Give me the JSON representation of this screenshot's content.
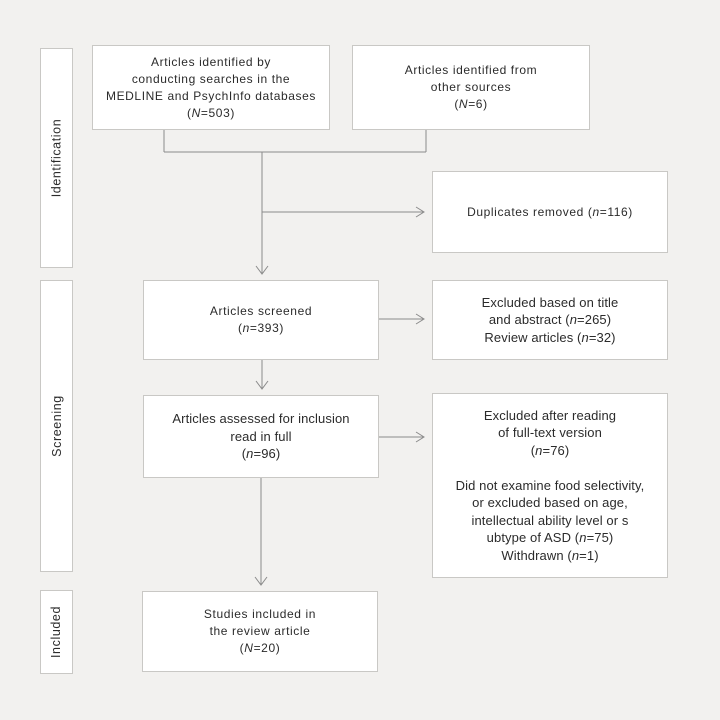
{
  "colors": {
    "page_bg": "#f2f1ef",
    "box_fill": "#ffffff",
    "box_border": "#c9c8c5",
    "line": "#8b8b8b",
    "text": "#2b2b2b"
  },
  "sidebar": {
    "stages": [
      {
        "label": "Identification"
      },
      {
        "label": "Screening"
      },
      {
        "label": "Included"
      }
    ]
  },
  "flowchart": {
    "boxes": {
      "identified_databases": {
        "text": "Articles identified by\nconducting searches in the\nMEDLINE and PsychInfo databases\n(N=503)"
      },
      "identified_other": {
        "text": "Articles identified from\nother sources\n(N=6)"
      },
      "duplicates_removed": {
        "text": "Duplicates removed (n=116)"
      },
      "screened": {
        "text": "Articles screened\n(n=393)"
      },
      "excluded_title_abstract": {
        "text": "Excluded based on title\nand abstract (n=265)\nReview articles (n=32)"
      },
      "assessed_full_text": {
        "text": "Articles assessed for inclusion\nread in full\n(n=96)"
      },
      "excluded_full_text": {
        "text": "Excluded after reading\nof full-text version\n(n=76)\n\nDid not examine food selectivity,\nor excluded based on age,\nintellectual ability level or s\nubtype of ASD (n=75)\nWithdrawn (n=1)"
      },
      "included_review": {
        "text": "Studies included in\nthe review article\n(N=20)"
      }
    }
  }
}
